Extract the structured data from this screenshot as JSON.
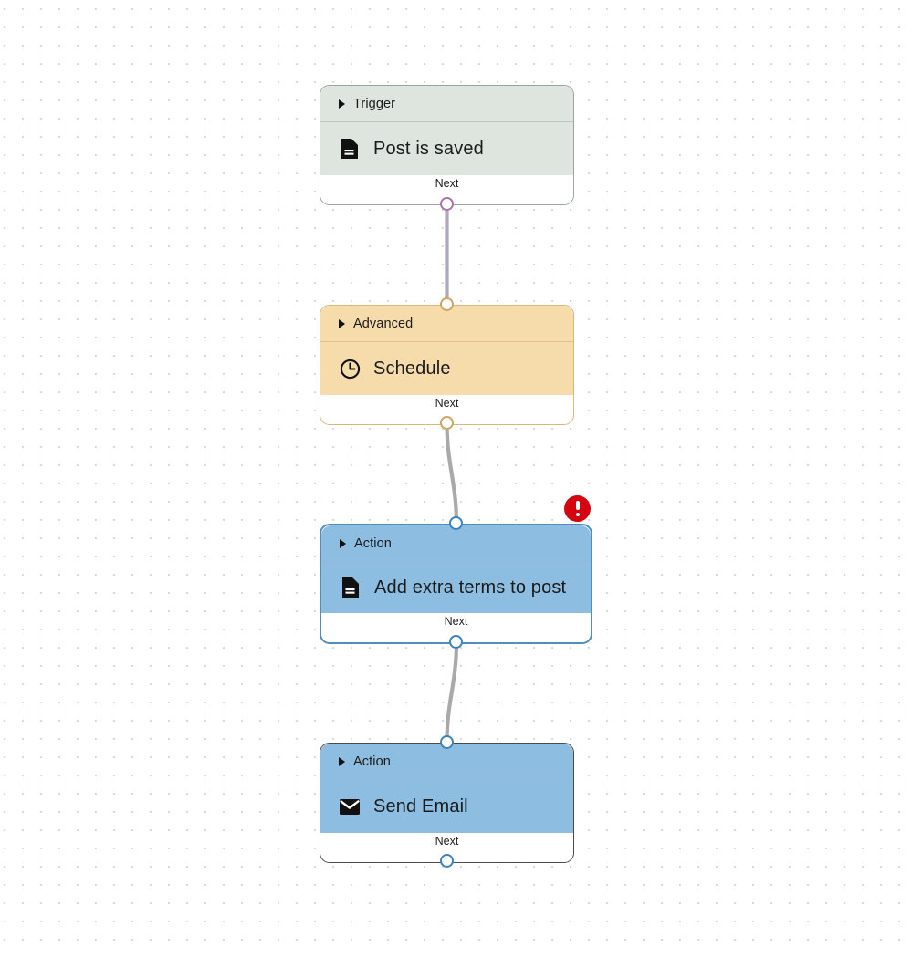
{
  "canvas": {
    "background_color": "#ffffff",
    "grid_dot_color": "#d8d8d8",
    "grid_spacing": 20
  },
  "nodes": [
    {
      "id": "trigger-post-is-saved",
      "category": "Trigger",
      "label": "Post is saved",
      "icon": "document-icon",
      "footer_label": "Next",
      "body_color": "#dde5de",
      "border_color": "#9aa59c",
      "selected": false,
      "has_error": false
    },
    {
      "id": "advanced-schedule",
      "category": "Advanced",
      "label": "Schedule",
      "icon": "clock-icon",
      "footer_label": "Next",
      "body_color": "#f6dcab",
      "border_color": "#d9b679",
      "selected": false,
      "has_error": false
    },
    {
      "id": "action-add-extra-terms",
      "category": "Action",
      "label": "Add extra terms to post",
      "icon": "document-icon",
      "footer_label": "Next",
      "body_color": "#8dbde0",
      "border_color": "#4f8fc0",
      "selected": true,
      "has_error": true,
      "error_icon": "error-exclamation-icon",
      "error_color": "#d40511"
    },
    {
      "id": "action-send-email",
      "category": "Action",
      "label": "Send Email",
      "icon": "envelope-icon",
      "footer_label": "Next",
      "body_color": "#8dbde0",
      "border_color": "#4a4a4a",
      "selected": false,
      "has_error": false
    }
  ],
  "connectors": [
    {
      "id": "trigger-to-advanced",
      "from": "trigger-post-is-saved",
      "to": "advanced-schedule",
      "color": "#b0a8bc"
    },
    {
      "id": "advanced-to-action",
      "from": "advanced-schedule",
      "to": "action-add-extra-terms",
      "color": "#a9a9a9"
    },
    {
      "id": "action-to-email",
      "from": "action-add-extra-terms",
      "to": "action-send-email",
      "color": "#a9a9a9"
    }
  ],
  "handles": [
    {
      "id": "trigger-output-handle",
      "color": "#a873a8"
    },
    {
      "id": "advanced-input-handle",
      "color": "#cfa461"
    },
    {
      "id": "advanced-output-handle",
      "color": "#cfa461"
    },
    {
      "id": "action-input-handle",
      "color": "#3b83bf"
    },
    {
      "id": "action-output-handle",
      "color": "#3b83bf"
    },
    {
      "id": "email-input-handle",
      "color": "#3b83bf"
    },
    {
      "id": "email-output-handle",
      "color": "#3b83bf"
    }
  ]
}
